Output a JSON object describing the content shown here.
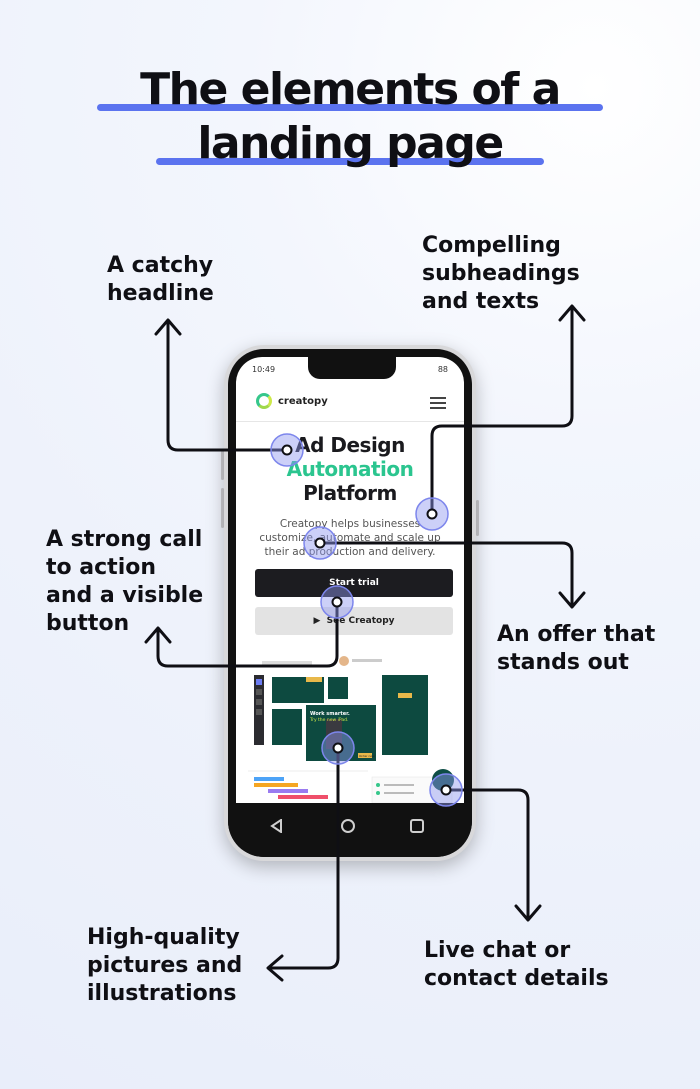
{
  "title": {
    "line1": "The elements of a",
    "line2": "landing page"
  },
  "callouts": {
    "headline": "A catchy\nheadline",
    "subheadings": "Compelling\nsubheadings\nand texts",
    "cta": "A strong call\nto action\nand a visible\nbutton",
    "offer": "An offer that\nstands out",
    "pictures": "High-quality\npictures and\nillustrations",
    "chat": "Live chat or\ncontact details"
  },
  "phone": {
    "status_time": "10:49",
    "status_battery": "88",
    "brand": "creatopy",
    "hero": {
      "line1": "Ad Design",
      "line2": "Automation",
      "line3": "Platform"
    },
    "description": "Creatopy helps businesses customize, automate and scale up their ad production and delivery.",
    "primary_button": "Start trial",
    "secondary_button": "See Creatopy",
    "illustration": {
      "ad_headline": "Work smarter.",
      "ad_subline": "Try the new iPad.",
      "ad_button": "Order now"
    }
  },
  "colors": {
    "accent_underline": "#5b73ef",
    "marker_fill": "#8e96f0",
    "hero_green": "#2bc58f",
    "dark": "#1c1c20"
  },
  "icons": {
    "menu": "hamburger-icon",
    "play": "play-icon",
    "nav_back": "back-triangle-icon",
    "nav_home": "home-circle-icon",
    "nav_recent": "recent-square-icon",
    "chat": "chat-icon"
  }
}
